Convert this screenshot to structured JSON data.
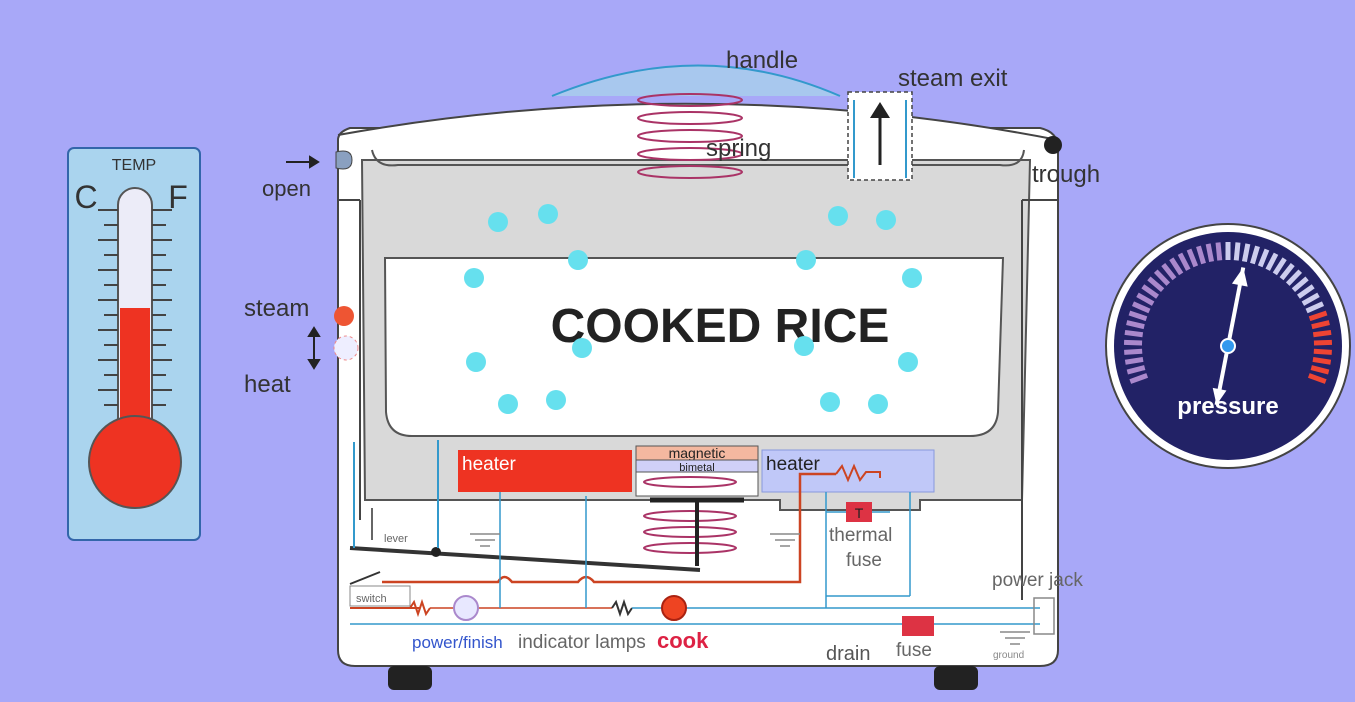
{
  "thermometer": {
    "title": "TEMP",
    "left_unit": "C",
    "right_unit": "F",
    "level": 0.55
  },
  "gauge": {
    "label": "pressure",
    "level": 0.55
  },
  "content": {
    "label": "COOKED RICE"
  },
  "labels": {
    "handle": "handle",
    "steam_exit": "steam exit",
    "spring": "spring",
    "trough": "trough",
    "open": "open",
    "steam": "steam",
    "heat": "heat",
    "heater_left": "heater",
    "magnetic": "magnetic",
    "bimetal": "bimetal",
    "heater_right": "heater",
    "thermal_fuse_line1": "thermal",
    "thermal_fuse_line2": "fuse",
    "thermal_fuse_mark": "T",
    "lever": "lever",
    "switch": "switch",
    "power_finish": "power/finish",
    "indicator_lamps": "indicator lamps",
    "cook": "cook",
    "power_jack": "power jack",
    "drain": "drain",
    "fuse": "fuse",
    "ground": "ground"
  },
  "colors": {
    "background": "#a8a8f8",
    "body": "#ffffff",
    "heater": "#ee3322",
    "steam_dot": "#66e0ee",
    "wire_red": "#cc4422",
    "wire_blue": "#3399cc",
    "spring": "#aa3366",
    "gauge_face": "#222266"
  }
}
